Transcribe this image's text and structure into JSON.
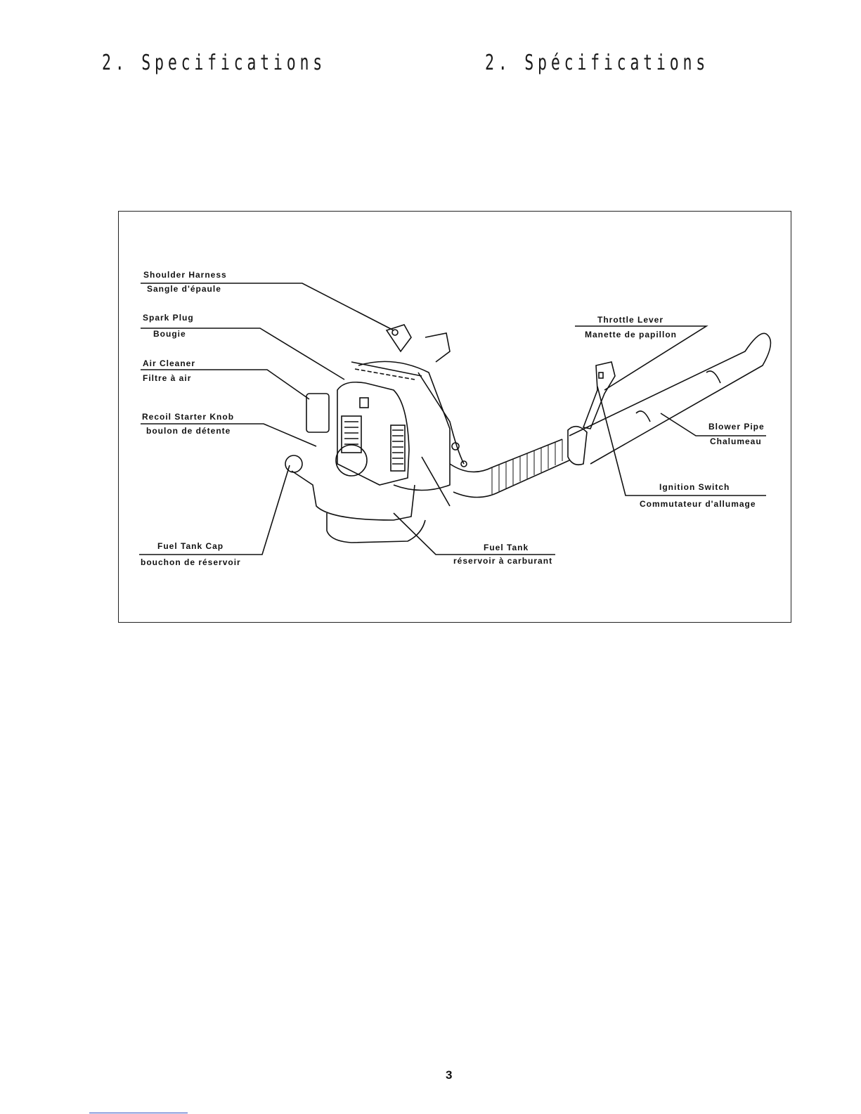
{
  "headings": {
    "english": "2. Specifications",
    "french": "2. Spécifications"
  },
  "labels": {
    "shoulder_harness": {
      "en": "Shoulder Harness",
      "fr": "Sangle d'épaule"
    },
    "spark_plug": {
      "en": "Spark Plug",
      "fr": "Bougie"
    },
    "air_cleaner": {
      "en": "Air Cleaner",
      "fr": "Filtre à air"
    },
    "recoil_starter": {
      "en": "Recoil Starter Knob",
      "fr": "boulon de détente"
    },
    "fuel_tank_cap": {
      "en": "Fuel Tank Cap",
      "fr": "bouchon de réservoir"
    },
    "fuel_tank": {
      "en": "Fuel Tank",
      "fr": "réservoir à carburant"
    },
    "throttle_lever": {
      "en": "Throttle Lever",
      "fr": "Manette de papillon"
    },
    "blower_pipe": {
      "en": "Blower Pipe",
      "fr": "Chalumeau"
    },
    "ignition_switch": {
      "en": "Ignition Switch",
      "fr": "Commutateur d'allumage"
    }
  },
  "page_number": "3"
}
